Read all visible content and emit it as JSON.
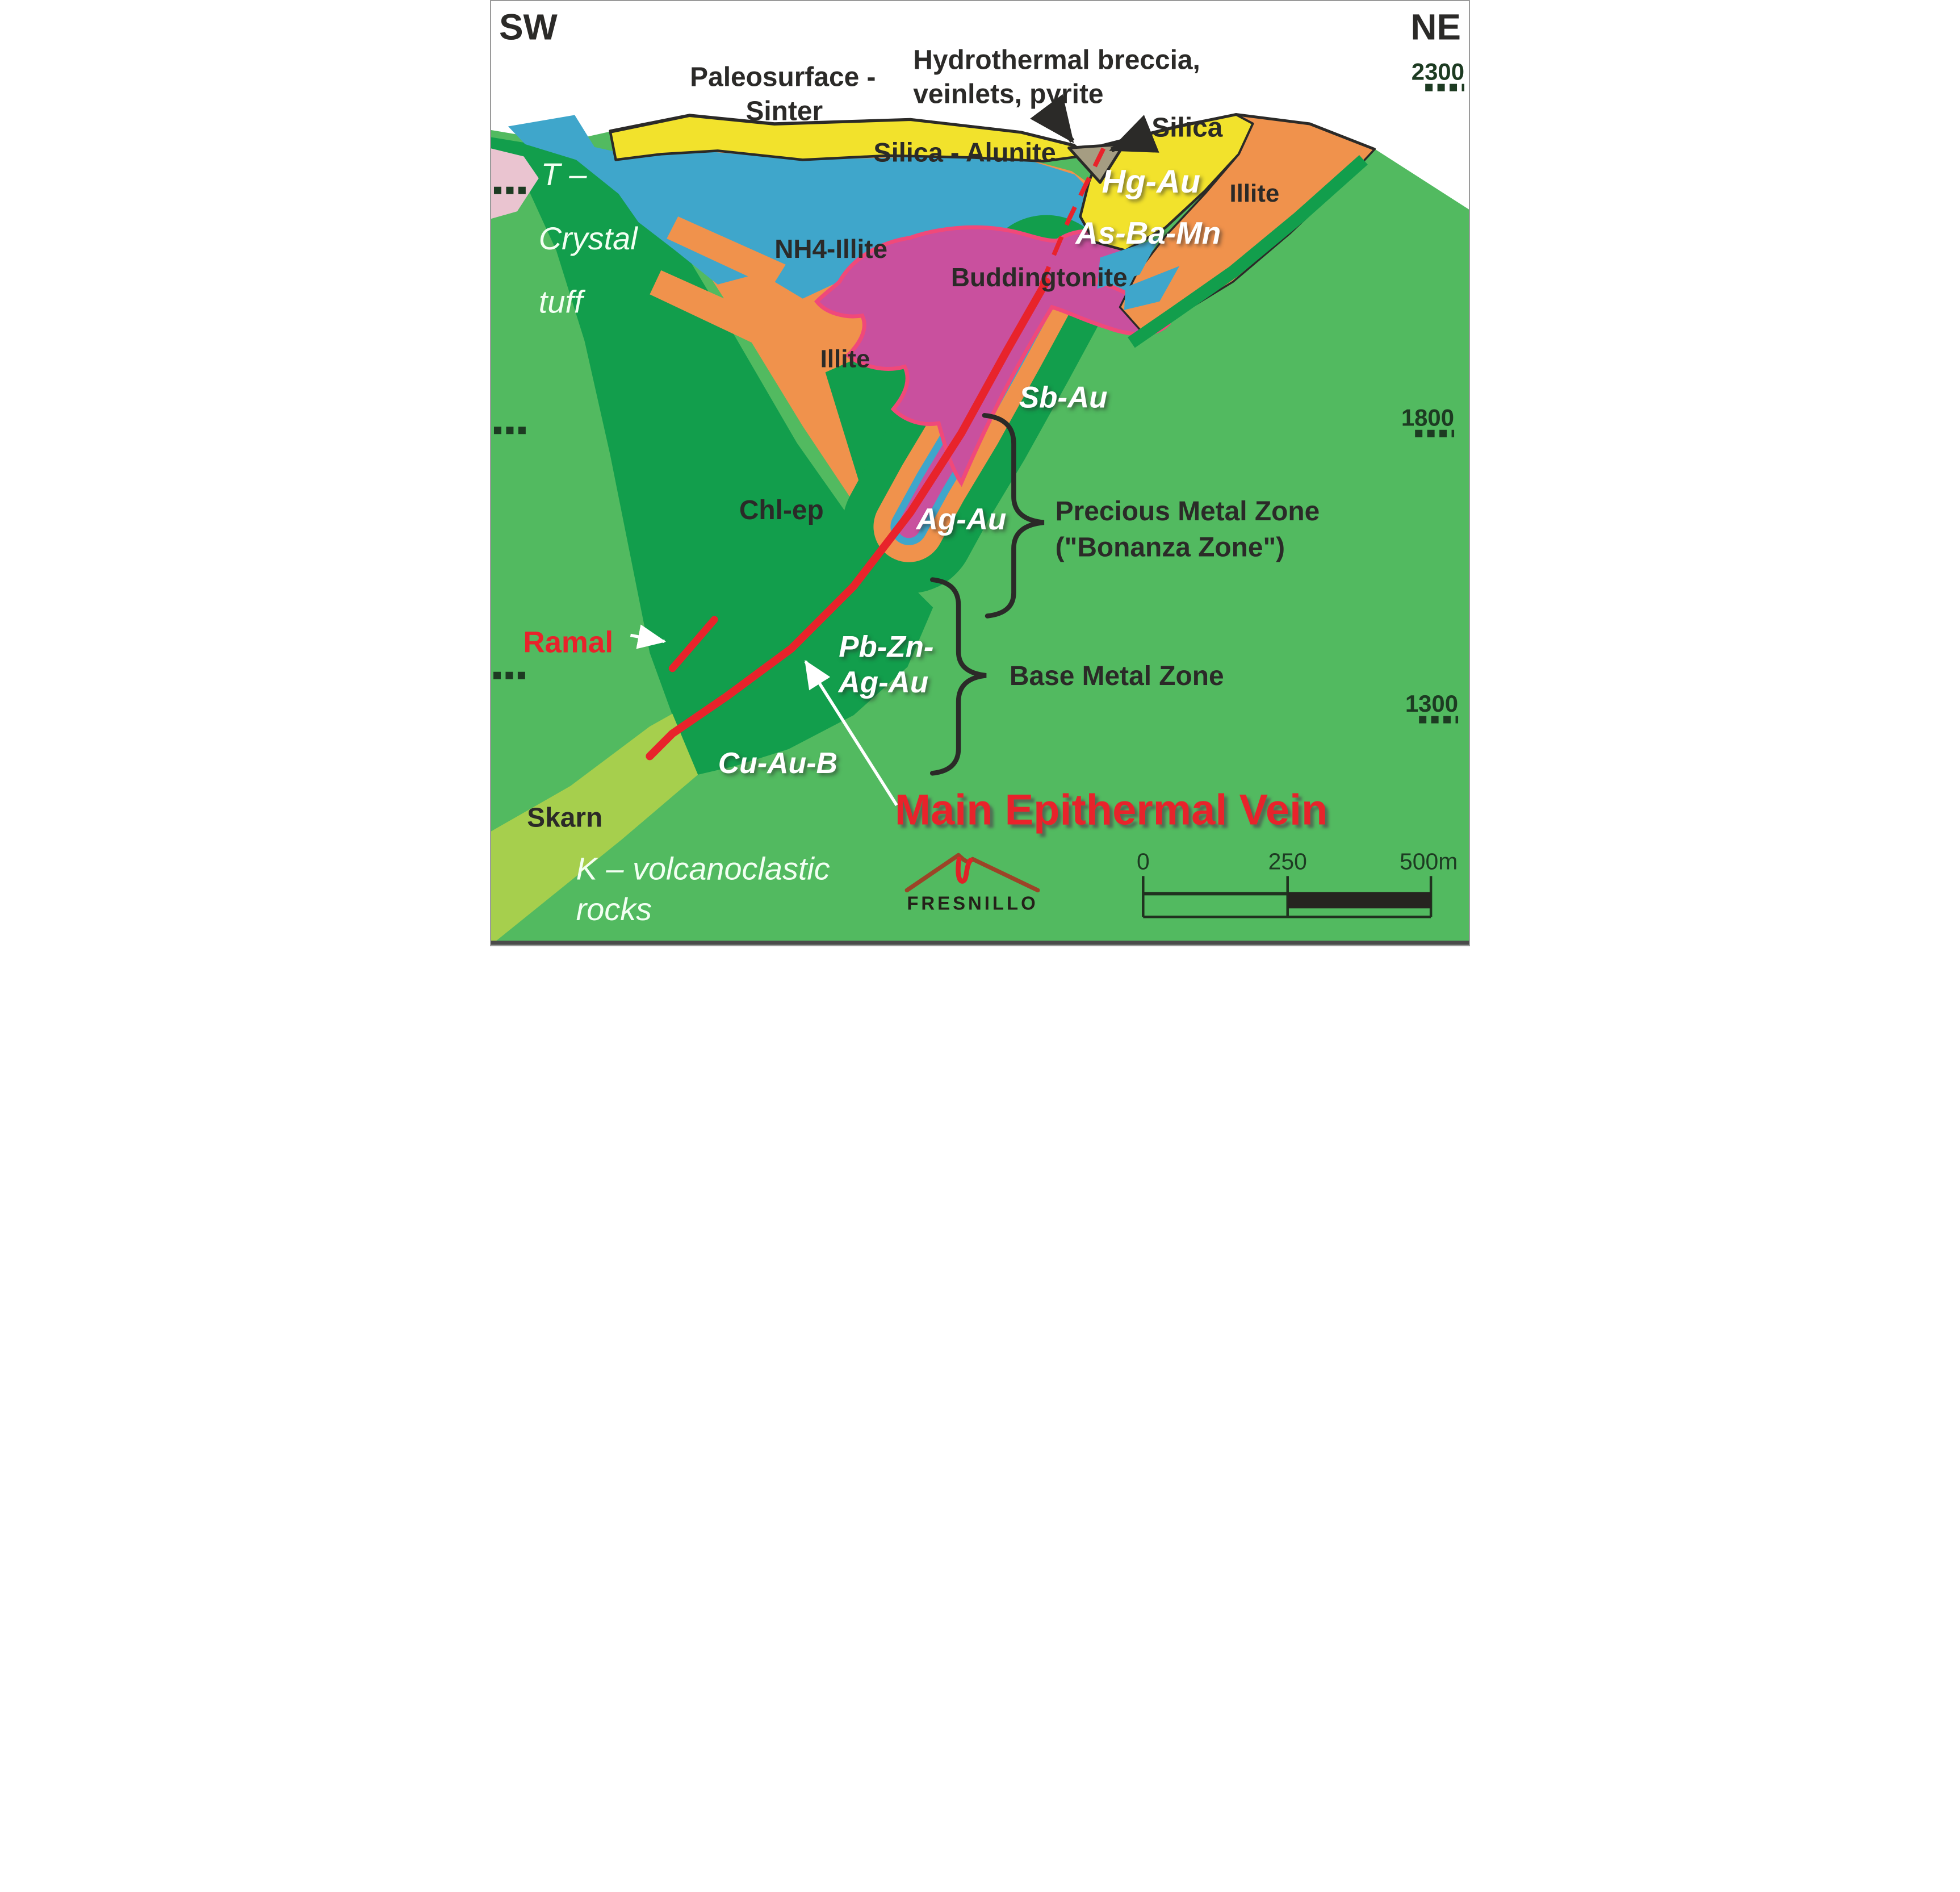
{
  "compass": {
    "sw": "SW",
    "ne": "NE"
  },
  "surface": {
    "paleosurface_1": "Paleosurface -",
    "paleosurface_2": "Sinter",
    "hydrothermal_1": "Hydrothermal breccia,",
    "hydrothermal_2": "veinlets, pyrite",
    "silica": "Silica",
    "silica_alunite": "Silica - Alunite"
  },
  "alteration": {
    "nh4_illite": "NH4-Illite",
    "buddingtonite": "Buddingtonite",
    "illite_center": "Illite",
    "illite_ne": "Illite",
    "chl_ep": "Chl-ep",
    "skarn": "Skarn"
  },
  "geochem": {
    "hg_au": "Hg-Au",
    "as_ba_mn": "As-Ba-Mn",
    "sb_au": "Sb-Au",
    "ag_au": "Ag-Au",
    "pb_zn_1": "Pb-Zn-",
    "pb_zn_2": "Ag-Au",
    "cu_au_b": "Cu-Au-B"
  },
  "zones": {
    "precious_1": "Precious Metal Zone",
    "precious_2": "(\"Bonanza Zone\")",
    "base": "Base Metal Zone"
  },
  "lithology": {
    "t_line1": "T –",
    "t_line2": "Crystal",
    "t_line3": "tuff",
    "k_line1": "K – volcanoclastic",
    "k_line2": "rocks"
  },
  "veins": {
    "ramal": "Ramal",
    "main": "Main Epithermal Vein"
  },
  "elevations": {
    "e2300": "2300",
    "e1800": "1800",
    "e1300": "1300"
  },
  "scalebar": {
    "t0": "0",
    "t250": "250",
    "t500": "500m"
  },
  "logo": {
    "name": "FRESNILLO"
  },
  "colors": {
    "country_green": "#52ba60",
    "dark_green": "#129e4c",
    "skarn_green": "#a6cf4d",
    "silica_yellow": "#f2e22c",
    "illite_orange": "#f0924c",
    "nh4_blue": "#3fa6cb",
    "buddingtonite_magenta": "#c9509e",
    "magenta_edge": "#f0497a",
    "vein_red": "#e8232b",
    "breccia_tan": "#a59d82",
    "pink": "#eac4d0",
    "ink": "#2b2a28"
  }
}
